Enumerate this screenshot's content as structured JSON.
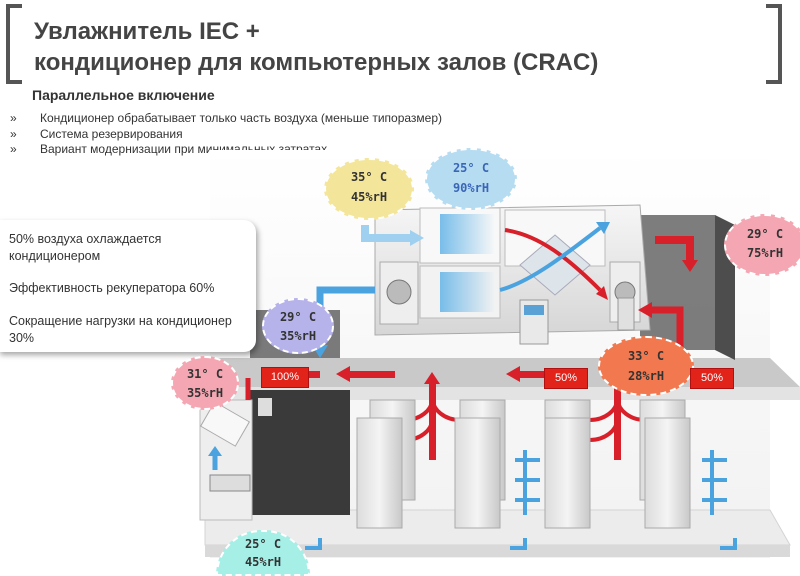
{
  "header": {
    "title_line1": "Увлажнитель IEC +",
    "title_line2": "кондиционер для компьютерных залов (CRAC)",
    "subtitle": "Параллельное включение"
  },
  "bullets": [
    {
      "mark": "»",
      "text": "Кондиционер обрабатывает только часть воздуха (меньше типоразмер)"
    },
    {
      "mark": "»",
      "text": "Система резервирования"
    },
    {
      "mark": "»",
      "text": "Вариант модернизации при минимальных затратах"
    }
  ],
  "info": {
    "line1": "50% воздуха охлаждается кондиционером",
    "line2": "Эффективность рекуператора 60%",
    "line3": "Сокращение нагрузки на кондиционер 30%"
  },
  "bubbles": {
    "outdoor_in": {
      "temp": "35° C",
      "rh": "45%rH"
    },
    "after_iec": {
      "temp": "25° C",
      "rh": "90%rH"
    },
    "exhaust": {
      "temp": "29° C",
      "rh": "75%rH"
    },
    "supply_iec": {
      "temp": "29° C",
      "rh": "35%rH"
    },
    "crac_return": {
      "temp": "31° C",
      "rh": "35%rH"
    },
    "room_return": {
      "temp": "33° C",
      "rh": "28%rH"
    },
    "floor_supply": {
      "temp": "25° C",
      "rh": "45%rH"
    }
  },
  "flow_labels": {
    "crac_share": "100%",
    "to_crac": "50%",
    "to_iec": "50%"
  },
  "colors": {
    "hot_air": "#d8202a",
    "cold_air": "#4aa3df",
    "yellow_bubble": "#f3e59a",
    "blue_bubble": "#b6dcf2",
    "purple_bubble": "#b6b2ea",
    "pink_bubble": "#f4a7b2",
    "orange_bubble": "#f2794f",
    "cyan_bubble": "#a6efe6",
    "title_text": "#444444"
  }
}
